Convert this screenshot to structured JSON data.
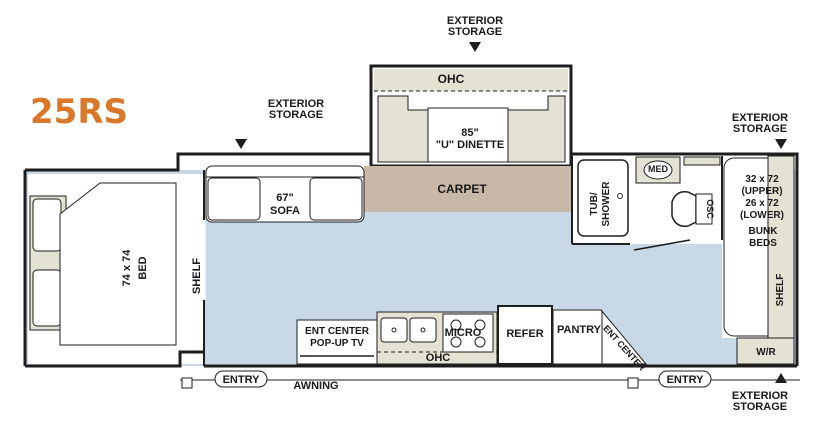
{
  "model": "25RS",
  "colors": {
    "accent": "#d9772b",
    "floor": "#c9d8e6",
    "carpet": "#c8b8a8",
    "wall": "#1e1e1e",
    "cabinet": "#e4e2d2",
    "fixture": "#ffffff"
  },
  "labels": {
    "exterior_storage_top": [
      "EXTERIOR",
      "STORAGE"
    ],
    "exterior_storage_left": [
      "EXTERIOR",
      "STORAGE"
    ],
    "exterior_storage_right_top": [
      "EXTERIOR",
      "STORAGE"
    ],
    "exterior_storage_right_bottom": [
      "EXTERIOR",
      "STORAGE"
    ],
    "ohc_top": "OHC",
    "dinette": [
      "85\"",
      "\"U\" DINETTE"
    ],
    "carpet": "CARPET",
    "sofa": [
      "67\"",
      "SOFA"
    ],
    "bed": [
      "74 x 74",
      "BED"
    ],
    "shelf_left": "SHELF",
    "tub_shower": [
      "TUB/",
      "SHOWER"
    ],
    "med": "MED",
    "osc": "OSC",
    "bunk": [
      "32 x 72",
      "(UPPER)",
      "26 x 72",
      "(LOWER)",
      "BUNK",
      "BEDS"
    ],
    "shelf_right": "SHELF",
    "wr": "W/R",
    "ent_center": [
      "ENT CENTER",
      "POP-UP TV"
    ],
    "micro": "MICRO",
    "ohc_kitchen": "OHC",
    "refer": "REFER",
    "pantry": "PANTRY",
    "ent_center_diag": "ENT CENTER",
    "entry_left": "ENTRY",
    "awning": "AWNING",
    "entry_right": "ENTRY"
  }
}
